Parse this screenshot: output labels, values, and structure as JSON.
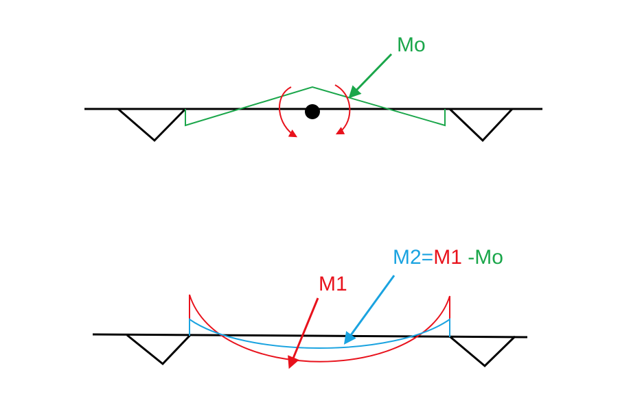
{
  "colors": {
    "structure": "#000000",
    "m0": "#1aa64a",
    "m1": "#e8121c",
    "m2": "#1aa3e0",
    "background": "#ffffff"
  },
  "top_diagram": {
    "label_m0": "Mo"
  },
  "bottom_diagram": {
    "label_m1": "M1",
    "equation": {
      "lhs": "M2=",
      "m1": "M1",
      "rest": " -Mo"
    }
  }
}
